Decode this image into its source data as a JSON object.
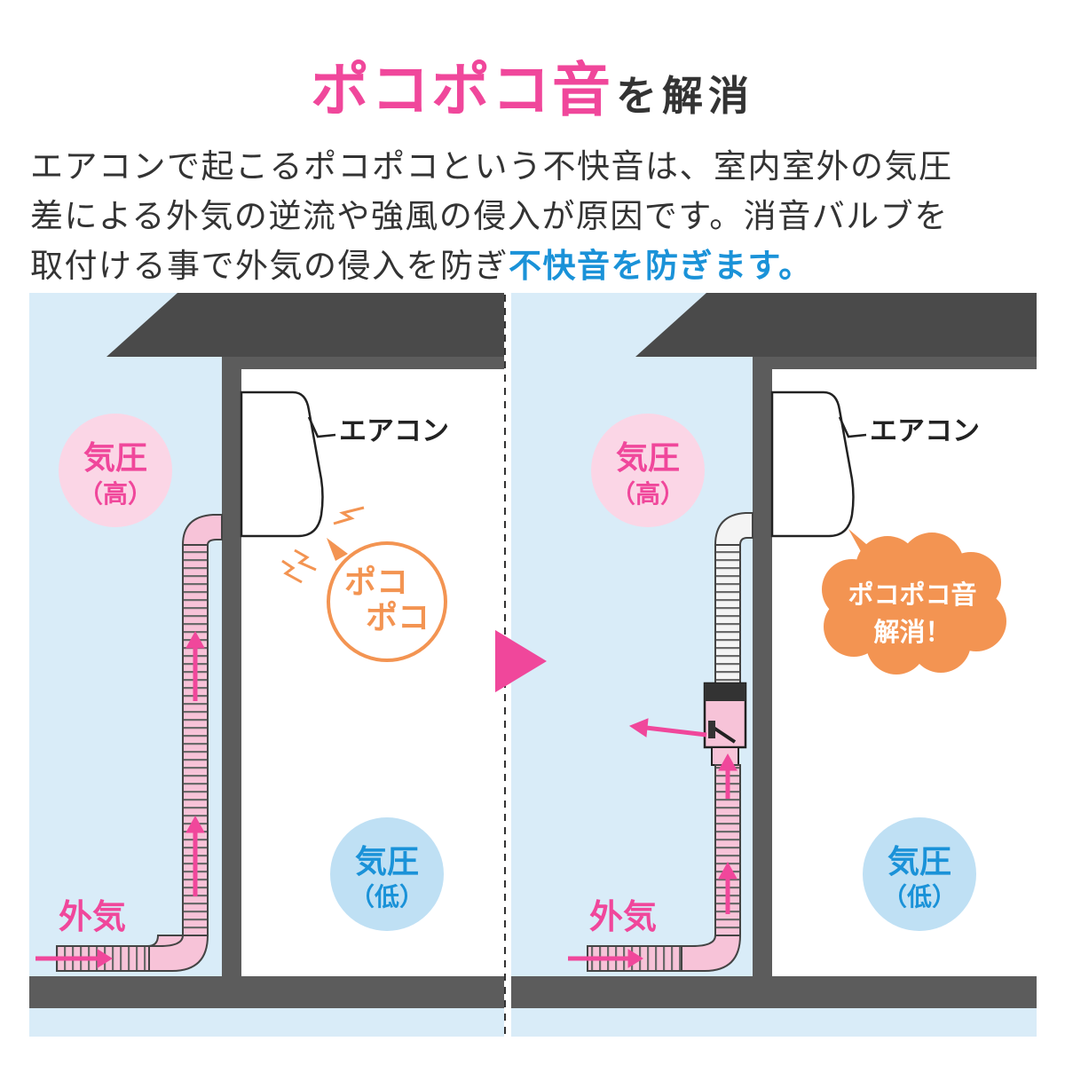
{
  "headline": {
    "main": "ポコポコ音",
    "sub": "を解消"
  },
  "description": {
    "line1": "エアコンで起こるポコポコという不快音は、室内室外の気圧",
    "line2": "差による外気の逆流や強風の侵入が原因です。消音バルブを",
    "line3_plain": "取付ける事で外気の侵入を防ぎ",
    "line3_highlight": "不快音を防ぎます。"
  },
  "panels": {
    "before": {
      "aircon_label": "エアコン",
      "high_pressure": "気圧",
      "high_pressure_sub": "（高）",
      "low_pressure": "気圧",
      "low_pressure_sub": "（低）",
      "outside_air": "外気",
      "noise_line1": "ポコ",
      "noise_line2": "ポコ"
    },
    "after": {
      "aircon_label": "エアコン",
      "high_pressure": "気圧",
      "high_pressure_sub": "（高）",
      "low_pressure": "気圧",
      "low_pressure_sub": "（低）",
      "outside_air": "外気",
      "resolved_line1": "ポコポコ音",
      "resolved_line2": "解消！"
    }
  },
  "colors": {
    "accent_pink": "#f0479b",
    "accent_blue": "#1a92d8",
    "sky": "#d9ecf8",
    "wall": "#5c5c5c",
    "roof": "#4a4a4a",
    "hose_pink": "#f7c3d8",
    "noise_orange": "#f39452",
    "high_circle": "#fbd6e6",
    "low_circle": "#bfe0f4",
    "text_dark": "#333333"
  }
}
